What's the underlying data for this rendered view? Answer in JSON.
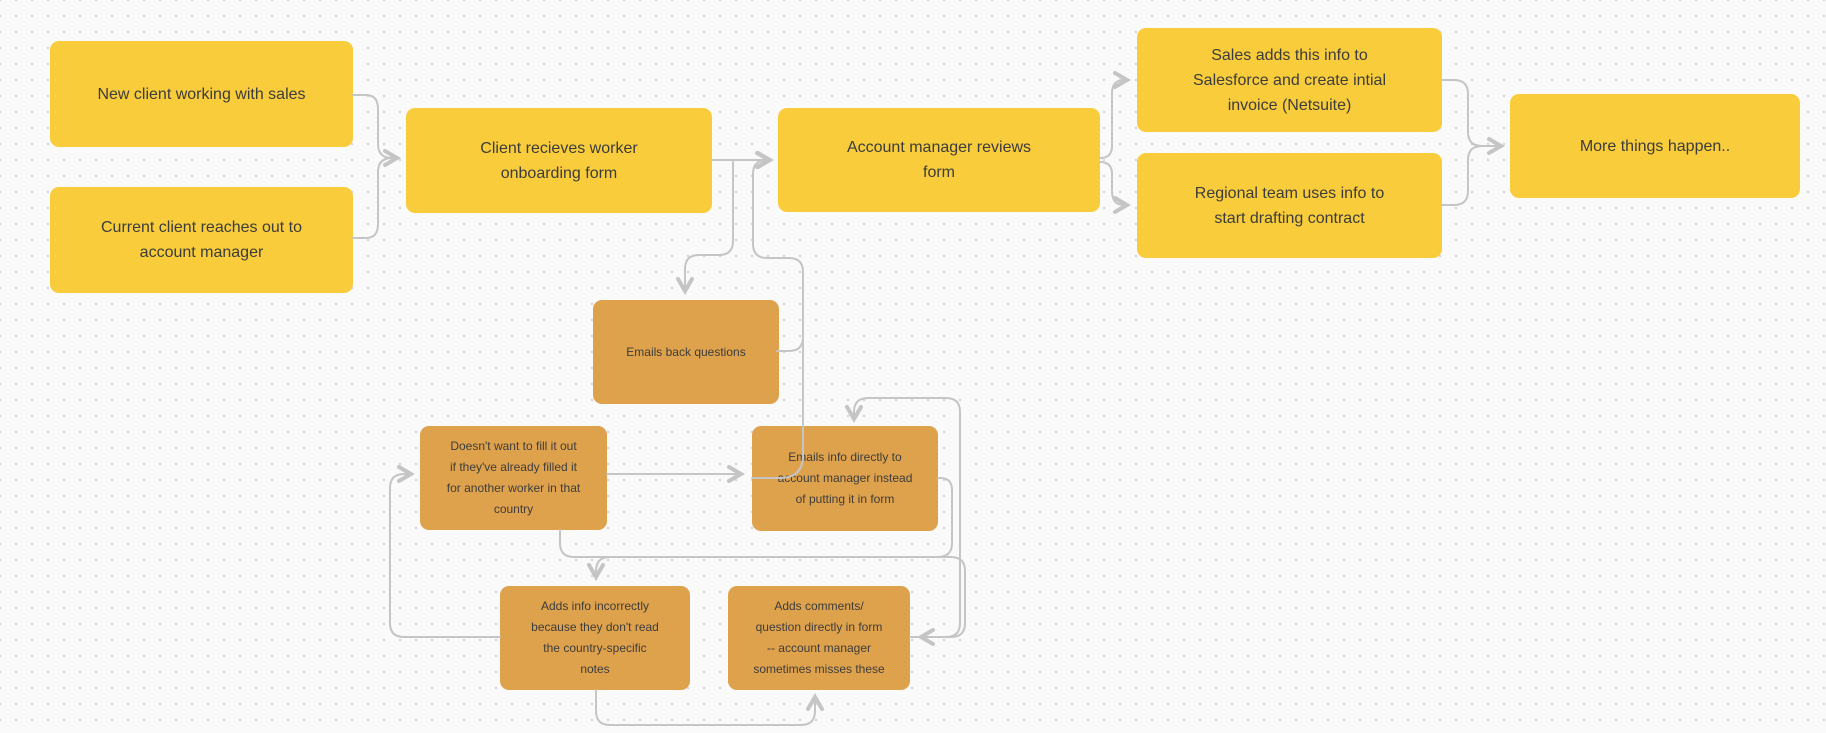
{
  "canvas": {
    "background_color": "#FAFAFA",
    "dot_grid_color": "#D9D9D9",
    "connector_color": "#C5C5C5",
    "sticky_yellow": "#F8CC3B",
    "sticky_orange": "#DFA24C",
    "text_color": "#3C3C3C"
  },
  "nodes": [
    {
      "id": "new-client",
      "type": "yellow",
      "label": "New client working with sales"
    },
    {
      "id": "current-client",
      "type": "yellow",
      "label": "Current client reaches out to\naccount manager"
    },
    {
      "id": "onboarding-form",
      "type": "yellow",
      "label": "Client recieves worker\nonboarding form"
    },
    {
      "id": "manager-review",
      "type": "yellow",
      "label": "Account manager reviews\nform"
    },
    {
      "id": "salesforce-invoice",
      "type": "yellow",
      "label": "Sales adds this info to\nSalesforce and create intial\ninvoice (Netsuite)"
    },
    {
      "id": "regional-contract",
      "type": "yellow",
      "label": "Regional team uses info to\nstart drafting contract"
    },
    {
      "id": "more-things",
      "type": "yellow",
      "label": "More things happen.."
    },
    {
      "id": "emails-back-questions",
      "type": "orange",
      "label": "Emails back questions"
    },
    {
      "id": "doesnt-want-to-fill",
      "type": "orange",
      "label": "Doesn't want to fill it out\nif they've already filled it\nfor another worker in that\ncountry"
    },
    {
      "id": "emails-info-directly",
      "type": "orange",
      "label": "Emails info directly to\naccount manager instead\nof putting it in form"
    },
    {
      "id": "adds-info-incorrectly",
      "type": "orange",
      "label": "Adds info incorrectly\nbecause they don't read\nthe country-specific\nnotes"
    },
    {
      "id": "adds-comments",
      "type": "orange",
      "label": "Adds comments/\nquestion directly in form\n-- account manager\nsometimes misses these"
    }
  ],
  "edges": [
    {
      "from": "new-client",
      "to": "onboarding-form"
    },
    {
      "from": "current-client",
      "to": "onboarding-form"
    },
    {
      "from": "onboarding-form",
      "to": "manager-review"
    },
    {
      "from": "manager-review",
      "to": "salesforce-invoice"
    },
    {
      "from": "manager-review",
      "to": "regional-contract"
    },
    {
      "from": "salesforce-invoice",
      "to": "more-things"
    },
    {
      "from": "regional-contract",
      "to": "more-things"
    },
    {
      "from": "onboarding-form",
      "to": "emails-back-questions"
    },
    {
      "from": "emails-back-questions",
      "to": "manager-review"
    },
    {
      "from": "emails-info-directly",
      "to": "manager-review"
    },
    {
      "from": "doesnt-want-to-fill",
      "to": "emails-info-directly"
    },
    {
      "from": "adds-info-incorrectly",
      "to": "doesnt-want-to-fill"
    },
    {
      "from": "adds-info-incorrectly",
      "to": "adds-comments"
    },
    {
      "from": "adds-comments",
      "to": "emails-info-directly"
    },
    {
      "from": "emails-info-directly",
      "to": "adds-info-incorrectly"
    },
    {
      "from": "doesnt-want-to-fill",
      "to": "adds-comments"
    }
  ]
}
